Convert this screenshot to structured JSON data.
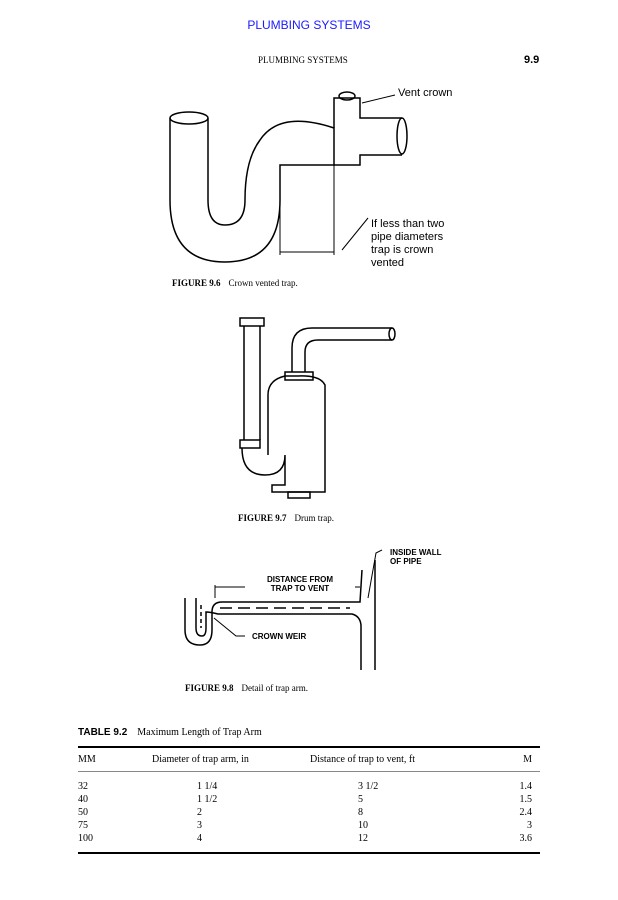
{
  "header": {
    "link": "PLUMBING SYSTEMS",
    "running_head": "PLUMBING SYSTEMS",
    "page_number": "9.9"
  },
  "fig96": {
    "label": "FIGURE 9.6",
    "caption": "Crown vented trap.",
    "callout_vent": "Vent crown",
    "callout_note": [
      "If less than two",
      "pipe diameters",
      "trap is crown",
      "vented"
    ]
  },
  "fig97": {
    "label": "FIGURE 9.7",
    "caption": "Drum trap."
  },
  "fig98": {
    "label": "FIGURE 9.8",
    "caption": "Detail of trap arm.",
    "callout_wall": [
      "INSIDE WALL",
      "OF PIPE"
    ],
    "callout_distance": [
      "DISTANCE FROM",
      "TRAP TO VENT"
    ],
    "callout_weir": "CROWN WEIR"
  },
  "table": {
    "label": "TABLE 9.2",
    "title": "Maximum Length of Trap Arm",
    "headers": [
      "MM",
      "Diameter of trap arm, in",
      "Distance of trap to vent, ft",
      "M"
    ],
    "rows": [
      [
        "32",
        "1 1/4",
        "3 1/2",
        "1.4"
      ],
      [
        "40",
        "1 1/2",
        "5",
        "1.5"
      ],
      [
        "50",
        "2",
        "8",
        "2.4"
      ],
      [
        "75",
        "3",
        "10",
        "3"
      ],
      [
        "100",
        "4",
        "12",
        "3.6"
      ]
    ]
  }
}
